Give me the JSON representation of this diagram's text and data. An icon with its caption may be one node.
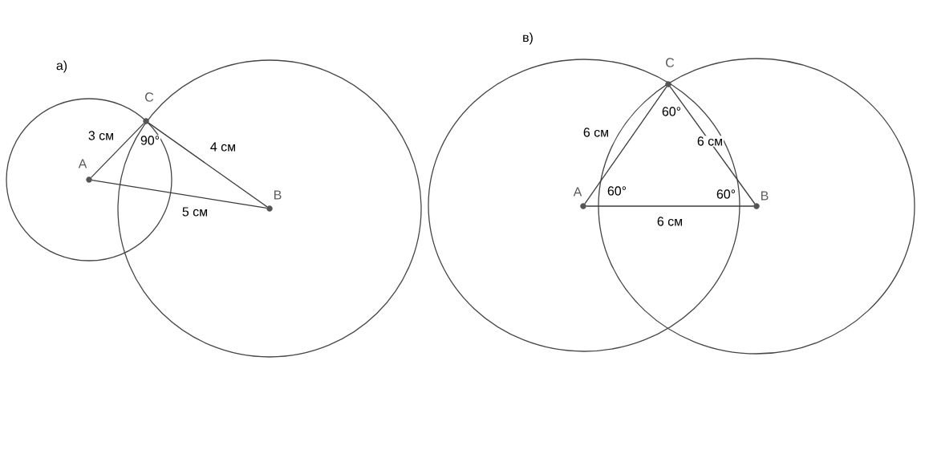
{
  "diagram": {
    "nodes": [
      {
        "text": [
          "A"
        ]
      },
      {
        "text": [
          "C"
        ]
      },
      {
        "text": [
          "B"
        ]
      },
      {
        "text": [
          "A"
        ]
      },
      {
        "text": [
          "C"
        ]
      },
      {
        "text": [
          "B"
        ]
      }
    ],
    "edges": [
      {
        "from": 0,
        "to": 1,
        "arrow": "none",
        "label": "3 см"
      },
      {
        "from": 1,
        "to": 2,
        "arrow": "none",
        "label": "4 см"
      },
      {
        "from": 0,
        "to": 2,
        "arrow": "none",
        "label": "5 см"
      },
      {
        "from": 3,
        "to": 4,
        "arrow": "none",
        "label": "6 см"
      },
      {
        "from": 4,
        "to": 5,
        "arrow": "none",
        "label": "6 см"
      },
      {
        "from": 3,
        "to": 5,
        "arrow": "none",
        "label": "6 см"
      }
    ],
    "labels": [
      "а)",
      "90°",
      "в)",
      "60°",
      "60°",
      "60°"
    ]
  }
}
